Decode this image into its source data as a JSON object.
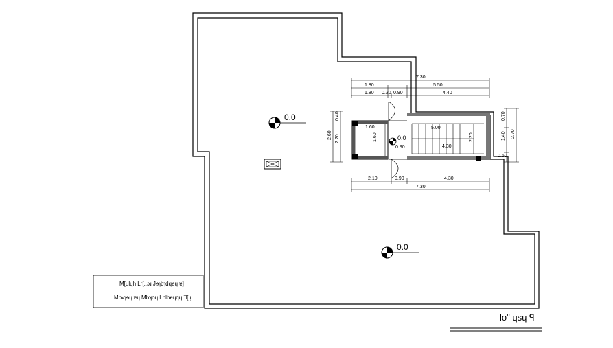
{
  "plan": {
    "levels": {
      "main": "0.0",
      "stair": "0.0",
      "lower": "0.0"
    },
    "dimensions": {
      "top_total": "7.30",
      "top_left": "1.80",
      "top_right": "5.50",
      "top2_a": "1.80",
      "top2_b": "0.20",
      "top2_c": "0.90",
      "top2_d": "4.40",
      "left_outer": "2.60",
      "left_inner": "2.20",
      "left_small": "0.40",
      "room_width": "1.60",
      "room_height": "1.60",
      "door_gap": "0.90",
      "stair_run": "5.00",
      "stair_inner": "4.30",
      "stair_vert": "2.20",
      "right_a": "0.70",
      "right_b": "1.40",
      "right_c": "0.60",
      "right_total": "2.70",
      "bottom_a": "2.10",
      "bottom_b": "0.90",
      "bottom_c": "4.30",
      "bottom_total": "7.30"
    },
    "legend": {
      "line1": "M[ulųh  Lr[,,ɔɹ Ɉɘɿbɿdqɐɥ ɐ]",
      "line2": "Mbvɿɘɥ ɐɥ Mbʞoɥ Lnlbɐɥqɥ ᖷ[,ᴉ"
    },
    "title": "lo\" ɥsɥ ꟼ"
  }
}
